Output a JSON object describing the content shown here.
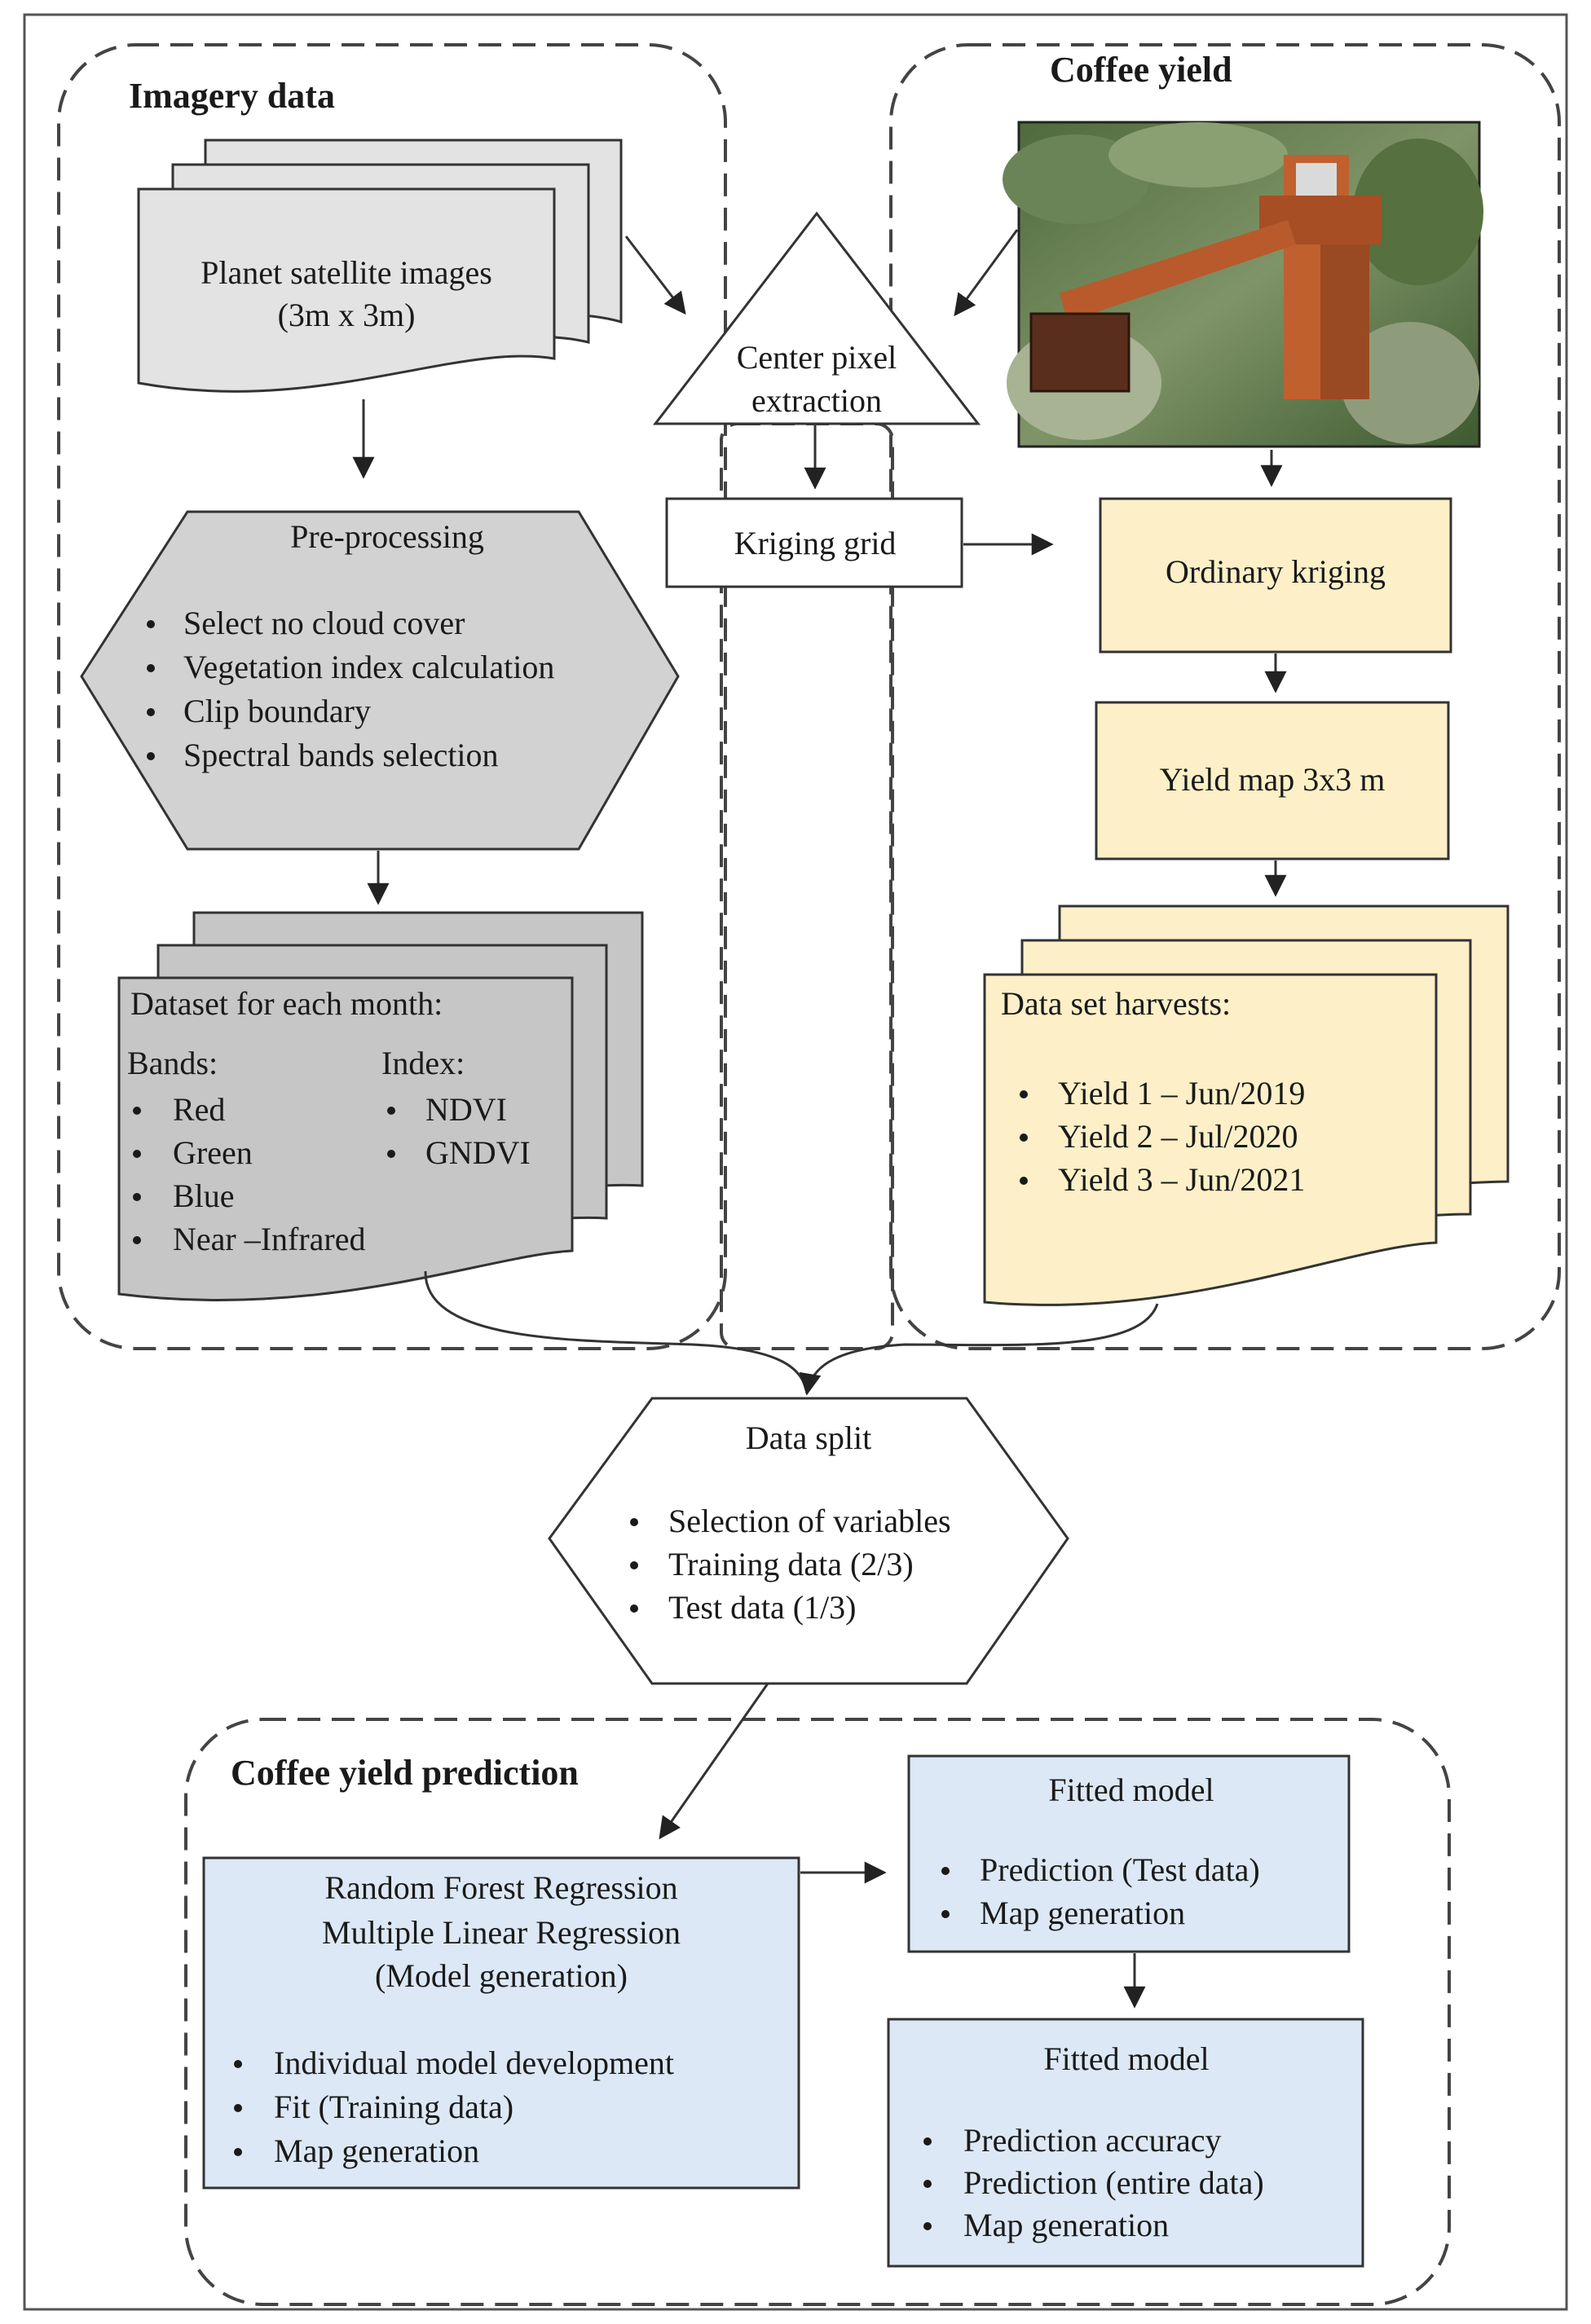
{
  "imagery": {
    "title": "Imagery data",
    "satellite_line1": "Planet satellite images",
    "satellite_line2": "(3m x 3m)",
    "preproc_title": "Pre-processing",
    "preproc_items": [
      "Select no cloud cover",
      "Vegetation index calculation",
      "Clip boundary",
      "Spectral bands selection"
    ],
    "dataset_title": "Dataset for each month:",
    "bands_label": "Bands:",
    "bands": [
      "Red",
      "Green",
      "Blue",
      "Near –Infrared"
    ],
    "index_label": "Index:",
    "indices": [
      "NDVI",
      "GNDVI"
    ]
  },
  "center": {
    "extraction_line1": "Center pixel",
    "extraction_line2": "extraction",
    "kriging_grid": "Kriging grid"
  },
  "yield": {
    "title": "Coffee yield",
    "photo_icon": "coffee-harvester-photo",
    "kriging": "Ordinary kriging",
    "map": "Yield map 3x3 m",
    "harvest_title": "Data set harvests:",
    "harvests": [
      "Yield 1 – Jun/2019",
      "Yield 2 – Jul/2020",
      "Yield 3 – Jun/2021"
    ]
  },
  "split": {
    "title": "Data split",
    "items": [
      "Selection of variables",
      "Training data (2/3)",
      "Test data (1/3)"
    ]
  },
  "prediction": {
    "title": "Coffee yield prediction",
    "model_line1": "Random Forest Regression",
    "model_line2": "Multiple Linear Regression",
    "model_line3": "(Model generation)",
    "model_items": [
      "Individual model development",
      "Fit (Training data)",
      "Map generation"
    ],
    "fitted1_title": "Fitted model",
    "fitted1_items": [
      "Prediction (Test data)",
      "Map generation"
    ],
    "fitted2_title": "Fitted model",
    "fitted2_items": [
      "Prediction accuracy",
      "Prediction (entire data)",
      "Map generation"
    ]
  },
  "colors": {
    "gray_light": "#e3e3e3",
    "gray_mid": "#d2d2d2",
    "gray_dark": "#c6c6c6",
    "yellow": "#fdf0c8",
    "blue": "#dce8f5",
    "border": "#333333"
  }
}
